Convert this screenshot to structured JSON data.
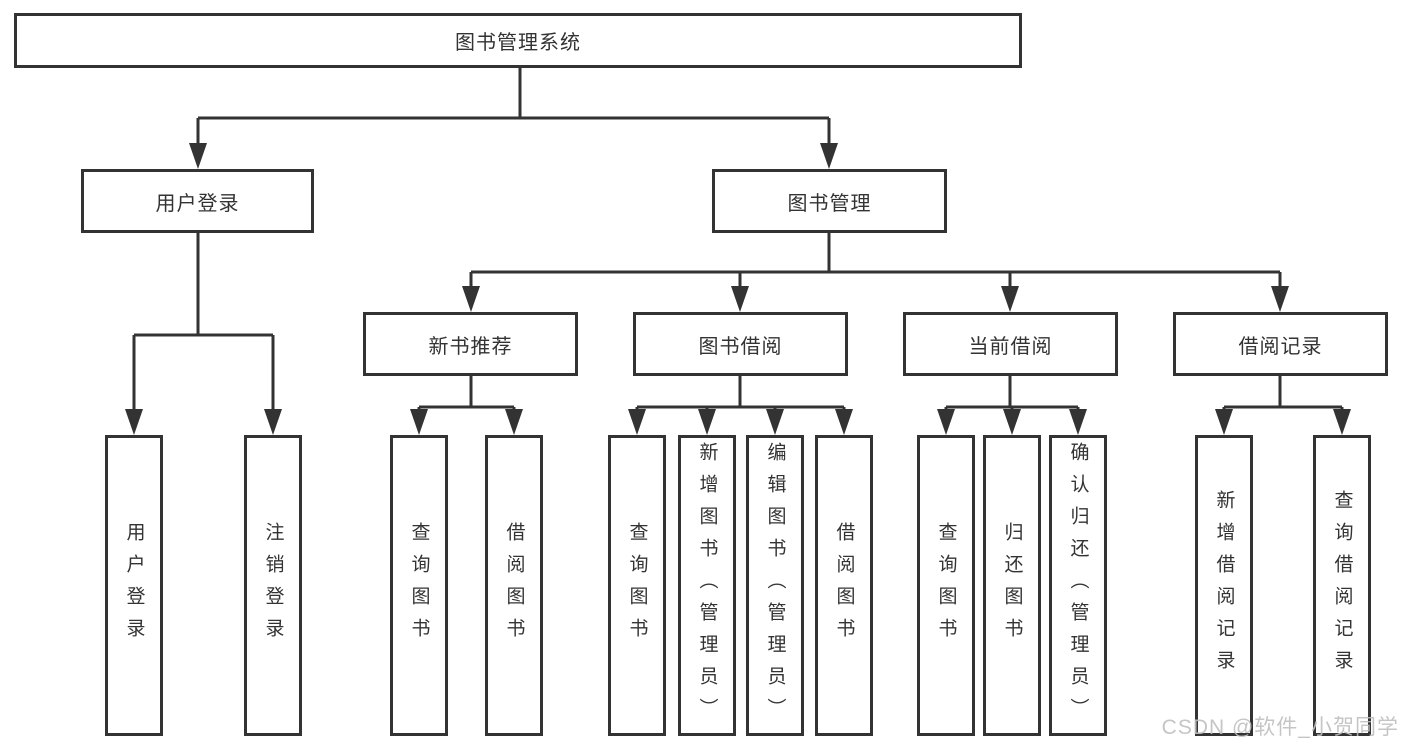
{
  "title": {
    "label": "图书管理系统"
  },
  "level2": [
    {
      "label": "用户登录"
    },
    {
      "label": "图书管理"
    }
  ],
  "level3": [
    {
      "label": "新书推荐",
      "parent": "图书管理"
    },
    {
      "label": "图书借阅",
      "parent": "图书管理"
    },
    {
      "label": "当前借阅",
      "parent": "图书管理"
    },
    {
      "label": "借阅记录",
      "parent": "图书管理"
    }
  ],
  "leaves": [
    {
      "label": "用户登录",
      "parent": "用户登录"
    },
    {
      "label": "注销登录",
      "parent": "用户登录"
    },
    {
      "label": "查询图书",
      "parent": "新书推荐"
    },
    {
      "label": "借阅图书",
      "parent": "新书推荐"
    },
    {
      "label": "查询图书",
      "parent": "图书借阅"
    },
    {
      "label": "新增图书（管理员）",
      "parent": "图书借阅"
    },
    {
      "label": "编辑图书（管理员）",
      "parent": "图书借阅"
    },
    {
      "label": "借阅图书",
      "parent": "图书借阅"
    },
    {
      "label": "查询图书",
      "parent": "当前借阅"
    },
    {
      "label": "归还图书",
      "parent": "当前借阅"
    },
    {
      "label": "确认归还（管理员）",
      "parent": "当前借阅"
    },
    {
      "label": "新增借阅记录",
      "parent": "借阅记录"
    },
    {
      "label": "查询借阅记录",
      "parent": "借阅记录"
    }
  ],
  "watermark": {
    "text": "CSDN @软件_小贺同学"
  },
  "colors": {
    "line": "#333333",
    "border": "#333333",
    "text": "#333333",
    "background": "#ffffff",
    "watermark": "#bfbfbf"
  }
}
